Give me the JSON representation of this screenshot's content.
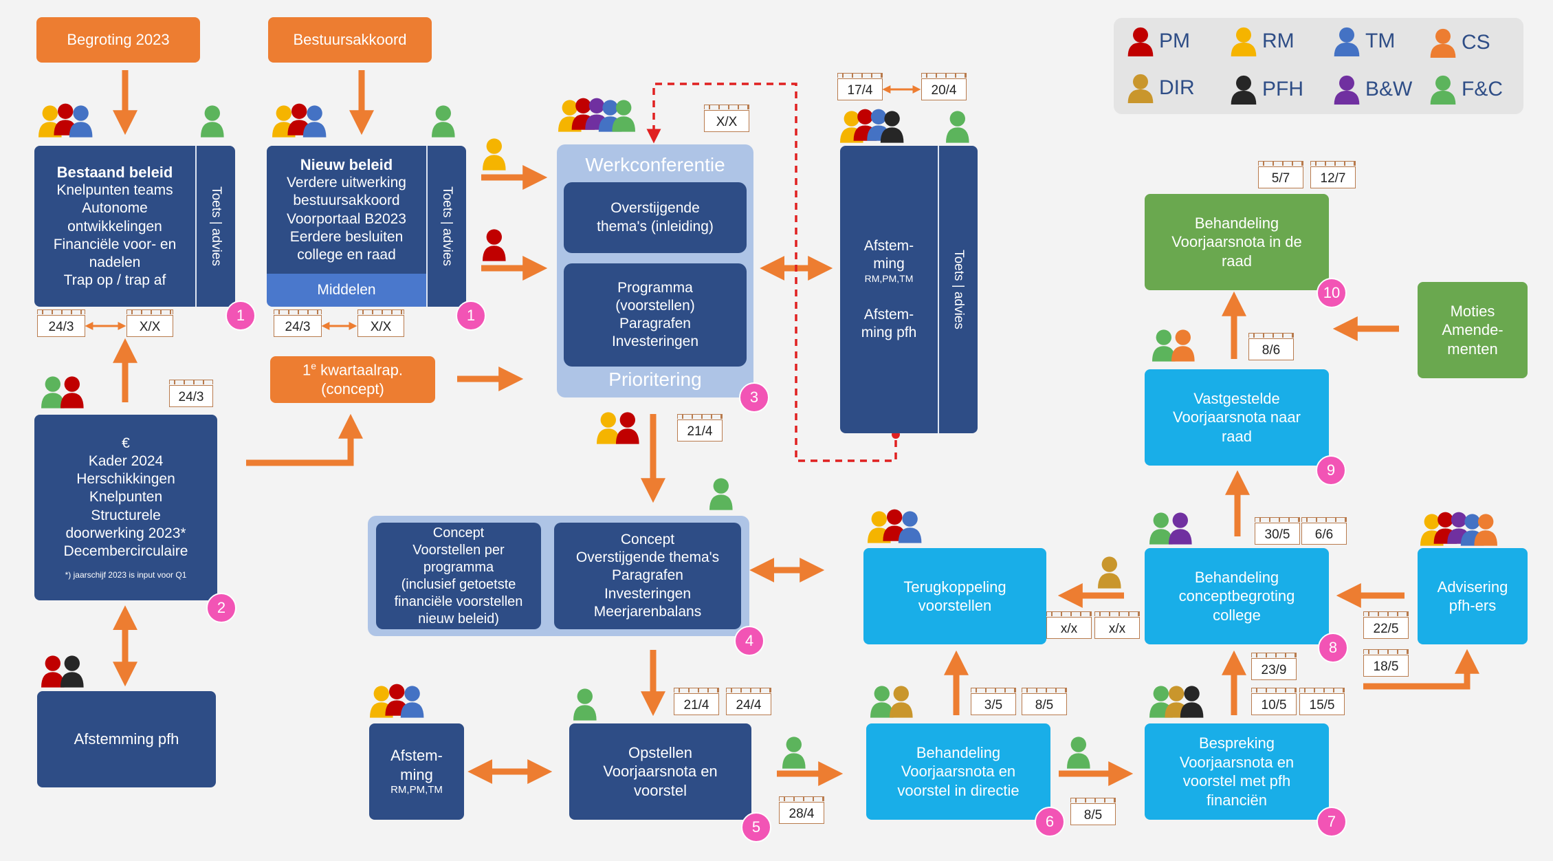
{
  "colors": {
    "PM": "#c00000",
    "RM": "#f5b400",
    "TM": "#4472c4",
    "CS": "#ed7d31",
    "DIR": "#c9962c",
    "PFH": "#262626",
    "BW": "#7030a0",
    "FC": "#5cb45c",
    "navy": "#2e4d86",
    "cyan": "#19aee8",
    "green": "#6aa84f",
    "orange": "#ed7d31",
    "badge": "#f254b5"
  },
  "legend": [
    {
      "label": "PM",
      "icon": "person-icon"
    },
    {
      "label": "RM",
      "icon": "person-icon"
    },
    {
      "label": "TM",
      "icon": "person-icon"
    },
    {
      "label": "CS",
      "icon": "person-icon"
    },
    {
      "label": "DIR",
      "icon": "person-icon"
    },
    {
      "label": "PFH",
      "icon": "person-icon"
    },
    {
      "label": "B&W",
      "icon": "person-icon"
    },
    {
      "label": "F&C",
      "icon": "person-icon"
    }
  ],
  "inputs": {
    "begroting": "Begroting 2023",
    "bestuursakkoord": "Bestuursakkoord",
    "kwartaal_line1_pre": "1",
    "kwartaal_sup": "e",
    "kwartaal_line1_post": " kwartaalrap.",
    "kwartaal_line2": "(concept)"
  },
  "box1a": {
    "title": "Bestaand beleid",
    "lines": [
      "Knelpunten teams",
      "Autonome",
      "ontwikkelingen",
      "Financiële voor- en",
      "nadelen",
      "Trap op / trap af"
    ],
    "side": "Toets | advies"
  },
  "box1b": {
    "title": "Nieuw beleid",
    "lines": [
      "Verdere uitwerking",
      "bestuursakkoord",
      "Voorportaal B2023",
      "Eerdere besluiten",
      "college en raad"
    ],
    "footer": "Middelen",
    "side": "Toets | advies"
  },
  "box2": {
    "lines": [
      "€",
      "Kader 2024",
      "Herschikkingen",
      "Knelpunten",
      "Structurele",
      "doorwerking 2023*",
      "Decembercirculaire"
    ],
    "footnote": "*) jaarschijf 2023 is input voor Q1"
  },
  "afstemming_pfh": "Afstemming pfh",
  "box3": {
    "header": "Werkconferentie",
    "item1": [
      "Overstijgende",
      "thema's (inleiding)"
    ],
    "item2": [
      "Programma",
      "(voorstellen)",
      "Paragrafen",
      "Investeringen"
    ],
    "footer": "Prioritering"
  },
  "afstemming_top": {
    "line1": "Afstem-",
    "line2": "ming",
    "small": "RM,PM,TM",
    "line3": "Afstem-",
    "line4": "ming pfh",
    "side": "Toets | advies"
  },
  "box4": {
    "left": [
      "Concept",
      "Voorstellen per",
      "programma",
      "(inclusief getoetste",
      "financiële voorstellen",
      "nieuw beleid)"
    ],
    "right": [
      "Concept",
      "Overstijgende thema's",
      "Paragrafen",
      "Investeringen",
      "Meerjarenbalans"
    ]
  },
  "afstemming_bottom": {
    "line1": "Afstem-",
    "line2": "ming",
    "small": "RM,PM,TM"
  },
  "box5": [
    "Opstellen",
    "Voorjaarsnota en",
    "voorstel"
  ],
  "box6": [
    "Behandeling",
    "Voorjaarsnota en",
    "voorstel in directie"
  ],
  "box7": [
    "Bespreking",
    "Voorjaarsnota en",
    "voorstel met pfh",
    "financiën"
  ],
  "box8": [
    "Behandeling",
    "conceptbegroting",
    "college"
  ],
  "box9": [
    "Vastgestelde",
    "Voorjaarsnota naar",
    "raad"
  ],
  "box10": [
    "Behandeling",
    "Voorjaarsnota in de",
    "raad"
  ],
  "terugkoppeling": [
    "Terugkoppeling",
    "voorstellen"
  ],
  "advisering": [
    "Advisering",
    "pfh-ers"
  ],
  "moties": [
    "Moties",
    "Amende-",
    "menten"
  ],
  "dates": {
    "d24_3a": "24/3",
    "dXXa": "X/X",
    "d24_3b": "24/3",
    "dXXb": "X/X",
    "d24_3c": "24/3",
    "dXXc": "X/X",
    "d17_4": "17/4",
    "d20_4": "20/4",
    "d21_4a": "21/4",
    "d21_4b": "21/4",
    "d24_4": "24/4",
    "d28_4": "28/4",
    "d3_5": "3/5",
    "d8_5a": "8/5",
    "d8_5b": "8/5",
    "d10_5": "10/5",
    "d15_5": "15/5",
    "d23_9": "23/9",
    "dxxa": "x/x",
    "dxxb": "x/x",
    "d30_5": "30/5",
    "d6_6": "6/6",
    "d22_5": "22/5",
    "d18_5": "18/5",
    "d8_6": "8/6",
    "d5_7": "5/7",
    "d12_7": "12/7"
  },
  "badges": {
    "b1a": "1",
    "b1b": "1",
    "b2": "2",
    "b3": "3",
    "b4": "4",
    "b5": "5",
    "b6": "6",
    "b7": "7",
    "b8": "8",
    "b9": "9",
    "b10": "10"
  }
}
